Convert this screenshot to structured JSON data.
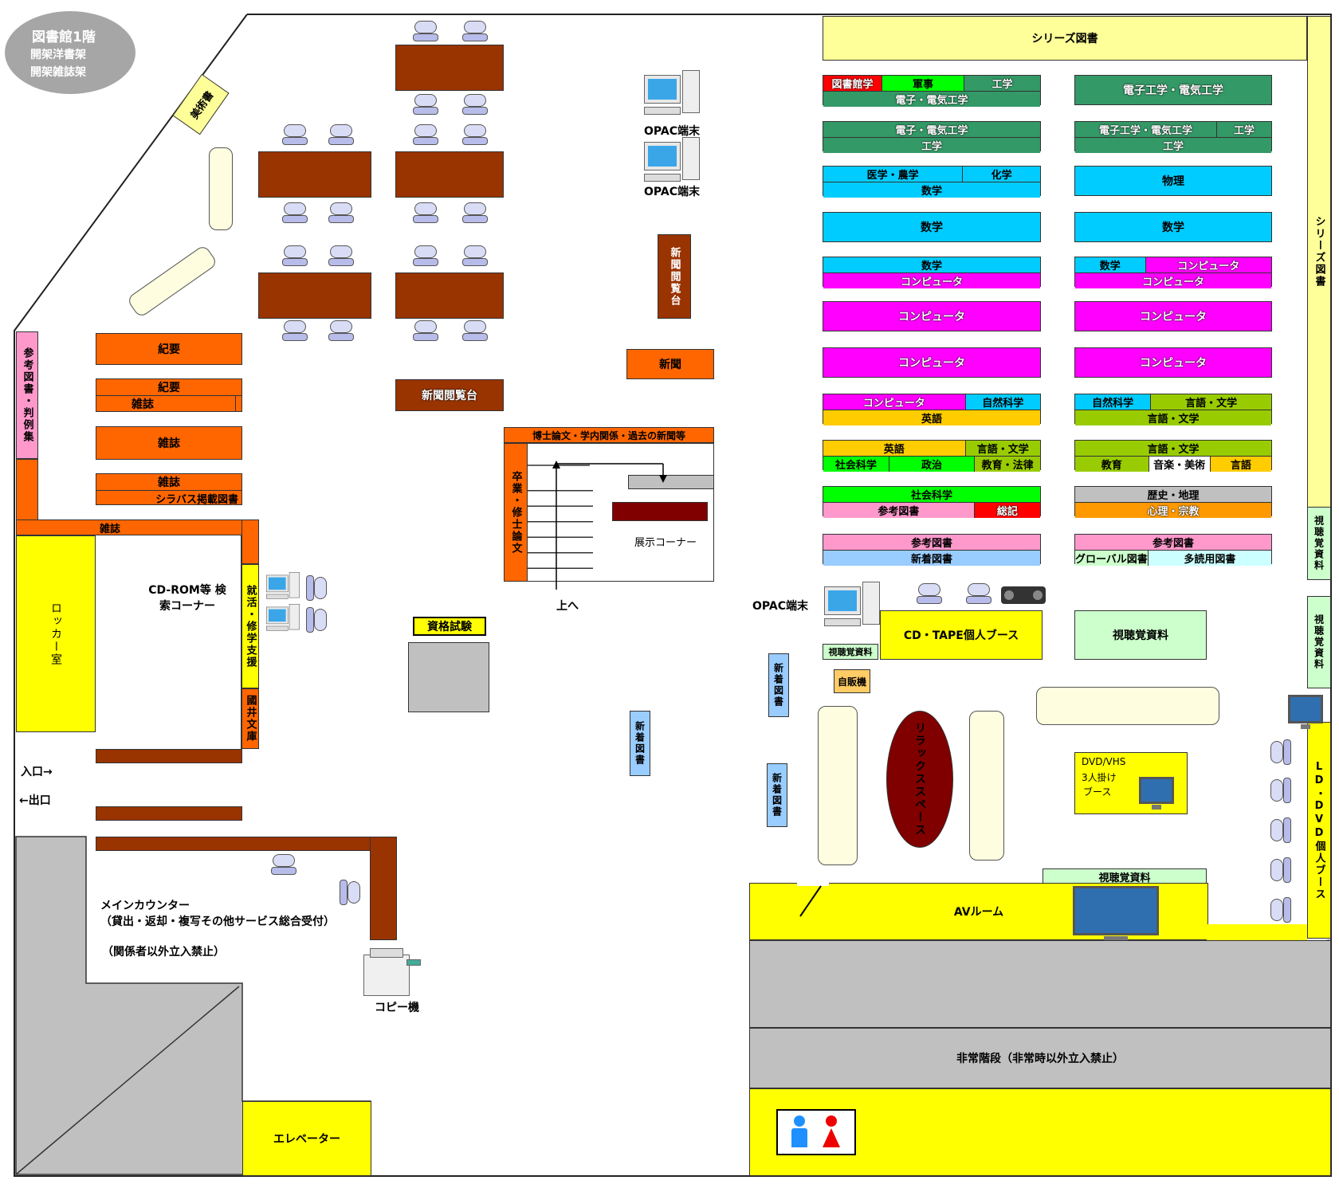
{
  "title": {
    "main": "図書館1階",
    "line1": "開架洋書架",
    "line2": "開架雑誌架"
  },
  "left": {
    "art": "美術書",
    "ref_law": "参考図書・判例集",
    "kiyo1": "紀要",
    "kiyo2": "紀要",
    "zasshi_a": "雑誌",
    "zasshi_b": "雑誌",
    "zasshi_c": "雑誌",
    "syllabus": "シラバス掲載図書",
    "zasshi_long": "雑誌",
    "locker": "ロッカー室",
    "cdrom": "CD-ROM等 検索コーナー",
    "job": "就活・修学支援",
    "kokui": "國井文庫",
    "entrance": "入口→",
    "exit": "←出口",
    "counter_l1": "メインカウンター",
    "counter_l2": "（貸出・返却・複写その他サービス総合受付）",
    "counter_l3": "（関係者以外立入禁止）",
    "copy": "コピー機",
    "elevator": "エレベーター"
  },
  "center": {
    "opac1": "OPAC端末",
    "opac2": "OPAC端末",
    "news_stand_v": "新聞閲覧台",
    "news": "新聞",
    "news_stand": "新聞閲覧台",
    "thesis_top": "博士論文・学内関係・過去の新聞等",
    "thesis_side": "卒業・修士論文",
    "up": "上へ",
    "exhibit": "展示コーナー",
    "qual": "資格試験",
    "new_books": "新着図書"
  },
  "right": {
    "series_top": "シリーズ図書",
    "series_side": "シリーズ図書",
    "av_side1": "視聴覚資料",
    "av_side2": "視聴覚資料",
    "lddvd": "LD・DVD個人ブース",
    "opac3": "OPAC端末",
    "av_small": "視聴覚資料",
    "cdtape": "CD・TAPE個人ブース",
    "av_mid": "視聴覚資料",
    "vending": "自販機",
    "new_books2": "新着図書",
    "new_books3": "新着図書",
    "relax": "リラックススペース",
    "dvd_l1": "DVD/VHS",
    "dvd_l2": "3人掛け",
    "dvd_l3": "ブース",
    "av_room_label": "視聴覚資料",
    "av_room": "AVルーム",
    "emergency": "非常階段（非常時以外立入禁止）"
  },
  "shelves": [
    {
      "top": [
        [
          "図書館学",
          "#ff0000",
          1
        ],
        [
          "軍事",
          "#00ff00",
          1.4
        ],
        [
          "工学",
          "#339966",
          1.3
        ]
      ],
      "bottom": [
        [
          "電子・電気工学",
          "#339966",
          1
        ]
      ]
    },
    {
      "top": [
        [
          "電子工学・電気工学",
          "#339966",
          1
        ]
      ]
    },
    {
      "top": [
        [
          "電子・電気工学",
          "#339966",
          1
        ]
      ],
      "bottom": [
        [
          "工学",
          "#339966",
          1
        ]
      ]
    },
    {
      "top": [
        [
          "電子工学・電気工学",
          "#339966",
          2.6
        ],
        [
          "工学",
          "#339966",
          1
        ]
      ],
      "bottom": [
        [
          "工学",
          "#339966",
          1
        ]
      ]
    },
    {
      "top": [
        [
          "医学・農学",
          "#00ccff",
          1.8
        ],
        [
          "化学",
          "#00ccff",
          1
        ]
      ],
      "bottom": [
        [
          "数学",
          "#00ccff",
          1
        ]
      ]
    },
    {
      "top": [
        [
          "物理",
          "#00ccff",
          1
        ]
      ]
    },
    {
      "top": [
        [
          "数学",
          "#00ccff",
          1
        ]
      ]
    },
    {
      "top": [
        [
          "数学",
          "#00ccff",
          1
        ]
      ]
    },
    {
      "top": [
        [
          "数学",
          "#00ccff",
          1
        ]
      ],
      "bottom": [
        [
          "コンピュータ",
          "#ff00ff",
          1
        ]
      ]
    },
    {
      "top": [
        [
          "数学",
          "#00ccff",
          1
        ],
        [
          "コンピュータ",
          "#ff00ff",
          1.8
        ]
      ],
      "bottom": [
        [
          "コンピュータ",
          "#ff00ff",
          1
        ]
      ]
    },
    {
      "top": [
        [
          "コンピュータ",
          "#ff00ff",
          1
        ]
      ]
    },
    {
      "top": [
        [
          "コンピュータ",
          "#ff00ff",
          1
        ]
      ]
    },
    {
      "top": [
        [
          "コンピュータ",
          "#ff00ff",
          1
        ]
      ]
    },
    {
      "top": [
        [
          "コンピュータ",
          "#ff00ff",
          1
        ]
      ]
    },
    {
      "top": [
        [
          "コンピュータ",
          "#ff00ff",
          1.9
        ],
        [
          "自然科学",
          "#00ccff",
          1
        ]
      ],
      "bottom": [
        [
          "英語",
          "#ffcc00",
          1
        ]
      ]
    },
    {
      "top": [
        [
          "自然科学",
          "#00ccff",
          1
        ],
        [
          "言語・文学",
          "#99cc00",
          1.6
        ]
      ],
      "bottom": [
        [
          "言語・文学",
          "#99cc00",
          1
        ]
      ]
    },
    {
      "top": [
        [
          "英語",
          "#ffcc00",
          1.9
        ],
        [
          "言語・文学",
          "#99cc00",
          1
        ]
      ],
      "bottom": [
        [
          "社会科学",
          "#00ff00",
          1
        ],
        [
          "政治",
          "#00ff00",
          1.3
        ],
        [
          "教育・法律",
          "#99cc00",
          1
        ]
      ]
    },
    {
      "top": [
        [
          "言語・文学",
          "#99cc00",
          1
        ]
      ],
      "bottom": [
        [
          "教育",
          "#99cc00",
          1.2
        ],
        [
          "音楽・美術",
          "#ffffff",
          1
        ],
        [
          "言語",
          "#ffcc00",
          1
        ]
      ]
    },
    {
      "top": [
        [
          "社会科学",
          "#00ff00",
          1
        ]
      ],
      "bottom": [
        [
          "参考図書",
          "#ff99cc",
          2.3
        ],
        [
          "総記",
          "#ff0000",
          1
        ]
      ]
    },
    {
      "top": [
        [
          "歴史・地理",
          "#c0c0c0",
          1
        ]
      ],
      "bottom": [
        [
          "心理・宗教",
          "#ff9900",
          1
        ]
      ]
    },
    {
      "top": [
        [
          "参考図書",
          "#ff99cc",
          1
        ]
      ],
      "bottom": [
        [
          "新着図書",
          "#99ccff",
          1
        ]
      ]
    },
    {
      "top": [
        [
          "参考図書",
          "#ff99cc",
          1
        ]
      ],
      "bottom": [
        [
          "グローバル図書",
          "#ccffcc",
          1
        ],
        [
          "多読用図書",
          "#ccffff",
          1.7
        ]
      ]
    }
  ],
  "colors": {
    "desk": "#993300",
    "orange": "#ff6600",
    "yellow": "#ffff00",
    "gray": "#c0c0c0",
    "av_green": "#ccffcc",
    "relax": "#800000"
  }
}
